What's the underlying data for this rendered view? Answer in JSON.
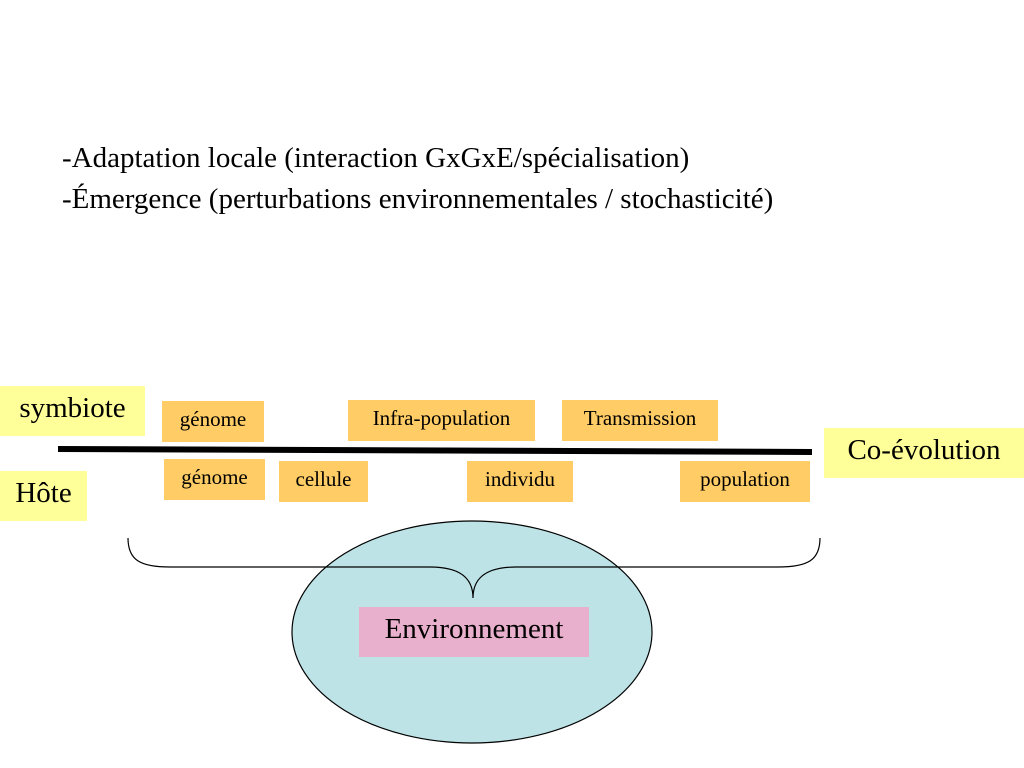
{
  "bullets": [
    "-Adaptation locale (interaction GxGxE/spécialisation)",
    "-Émergence (perturbations environnementales / stochasticité)"
  ],
  "left_labels": {
    "symbiote": "symbiote",
    "host": "Hôte"
  },
  "right_label": "Co-évolution",
  "symbiote_levels": [
    "génome",
    "Infra-population",
    "Transmission"
  ],
  "host_levels": [
    "génome",
    "cellule",
    "individu",
    "population"
  ],
  "environment_label": "Environnement",
  "colors": {
    "label_fill": "#ffff99",
    "level_fill": "#ffcc66",
    "environment_fill": "#bde3e6",
    "environment_label_fill": "#e8b0cc"
  }
}
